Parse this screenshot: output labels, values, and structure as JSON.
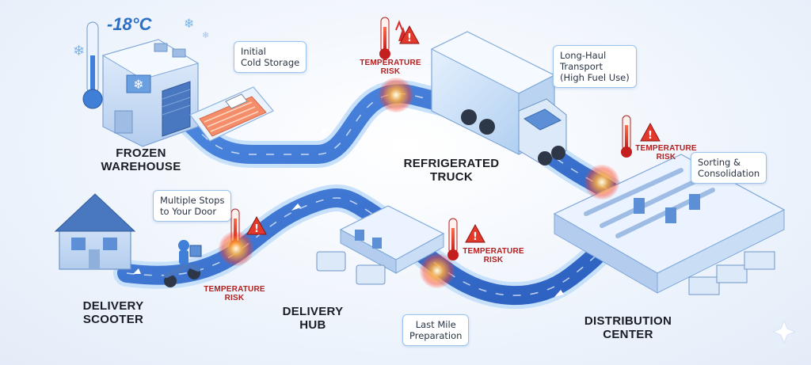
{
  "stages": {
    "frozen_warehouse": "FROZEN\nWAREHOUSE",
    "refrigerated_truck": "REFRIGERATED\nTRUCK",
    "distribution_center": "DISTRIBUTION\nCENTER",
    "delivery_hub": "DELIVERY\nHUB",
    "delivery_scooter": "DELIVERY\nSCOOTER"
  },
  "callouts": {
    "initial_cold_storage": "Initial\nCold Storage",
    "long_haul": "Long-Haul\nTransport\n(High Fuel Use)",
    "sorting": "Sorting &\nConsolidation",
    "last_mile": "Last Mile\nPreparation",
    "multiple_stops": "Multiple Stops\nto Your Door"
  },
  "risk_label": "TEMPERATURE\nRISK",
  "temperature_reading": "-18°C",
  "colors": {
    "road": "#3f78d8",
    "road_edge": "#a9d0f7",
    "risk": "#d62b2b",
    "building": "#c9ddf4",
    "ink": "#1a1d24"
  }
}
